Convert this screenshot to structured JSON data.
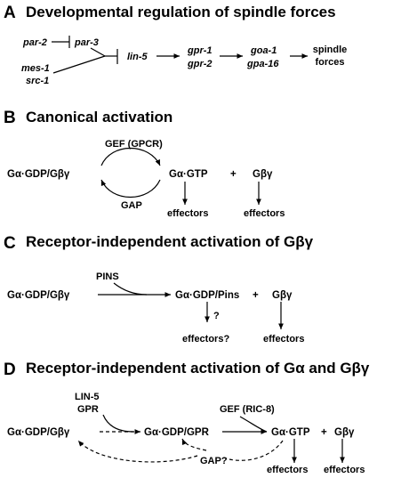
{
  "panels": [
    {
      "letter": "A",
      "title": "Developmental regulation of spindle forces"
    },
    {
      "letter": "B",
      "title": "Canonical activation"
    },
    {
      "letter": "C",
      "title": "Receptor-independent activation of Gβγ"
    },
    {
      "letter": "D",
      "title": "Receptor-independent activation of Gα and Gβγ"
    }
  ],
  "panelA": {
    "par2": "par-2",
    "par3": "par-3",
    "mes1": "mes-1",
    "src1": "src-1",
    "lin5": "lin-5",
    "gpr1": "gpr-1",
    "gpr2": "gpr-2",
    "goa1": "goa-1",
    "gpa16": "gpa-16",
    "spindle1": "spindle",
    "spindle2": "forces"
  },
  "panelB": {
    "heterotrimer": "Gα·GDP/Gβγ",
    "gef": "GEF (GPCR)",
    "gap": "GAP",
    "ga_gtp": "Gα·GTP",
    "plus": "+",
    "gbg": "Gβγ",
    "effectors1": "effectors",
    "effectors2": "effectors"
  },
  "panelC": {
    "heterotrimer": "Gα·GDP/Gβγ",
    "pins": "PINS",
    "ga_pins": "Gα·GDP/Pins",
    "plus": "+",
    "gbg": "Gβγ",
    "question": "?",
    "effectors1": "effectors?",
    "effectors2": "effectors"
  },
  "panelD": {
    "heterotrimer": "Gα·GDP/Gβγ",
    "lin5": "LIN-5",
    "gpr_label": "GPR",
    "ga_gpr": "Gα·GDP/GPR",
    "gef": "GEF (RIC-8)",
    "ga_gtp": "Gα·GTP",
    "plus": "+",
    "gbg": "Gβγ",
    "gap": "GAP?",
    "effectors1": "effectors",
    "effectors2": "effectors"
  }
}
